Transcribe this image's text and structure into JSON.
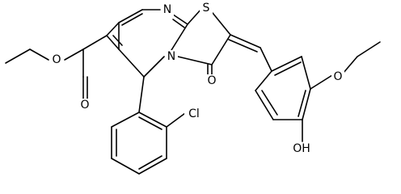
{
  "molecule": {
    "atoms": {
      "N_ring": "N",
      "S_ring": "S",
      "N_pyrimidine": "N",
      "O_ketone": "O",
      "O_ester_carbonyl": "O",
      "O_ester_ether": "O",
      "O_ethoxy": "O",
      "OH": "OH",
      "Cl": "Cl"
    }
  }
}
